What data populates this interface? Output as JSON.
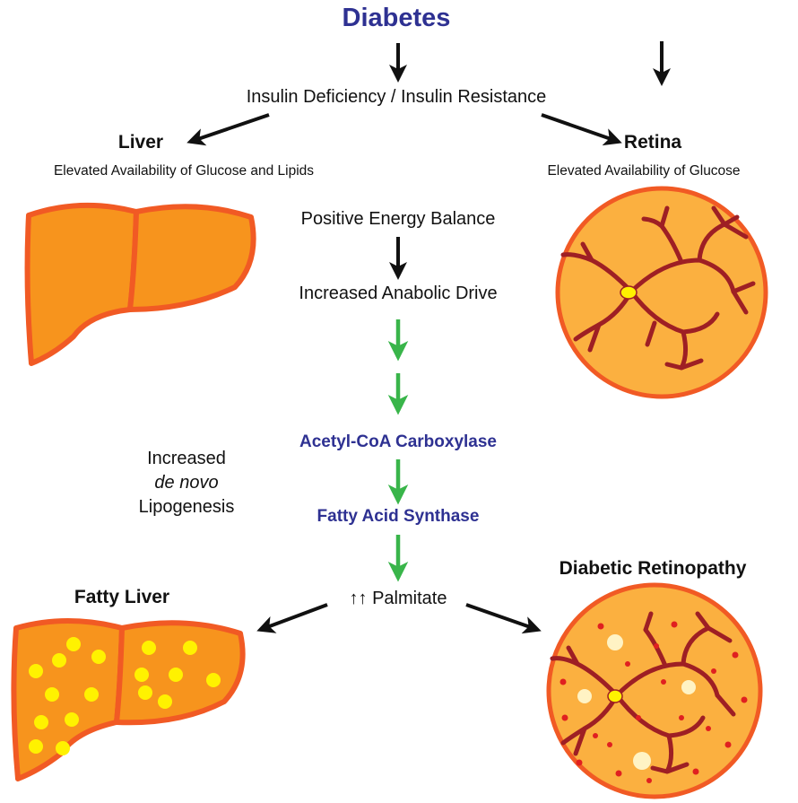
{
  "title": "Diabetes",
  "cause": "Insulin Deficiency / Insulin Resistance",
  "liver": {
    "heading": "Liver",
    "subtitle": "Elevated Availability of Glucose and Lipids"
  },
  "retina": {
    "heading": "Retina",
    "subtitle": "Elevated Availability of Glucose"
  },
  "pathway": {
    "step1": "Positive Energy Balance",
    "step2": "Increased Anabolic Drive",
    "enzyme1": "Acetyl-CoA Carboxylase",
    "enzyme2": "Fatty Acid Synthase",
    "product": "↑↑ Palmitate"
  },
  "side_label": {
    "line1": "Increased",
    "line2": "de novo",
    "line3": "Lipogenesis"
  },
  "outcomes": {
    "fatty_liver": "Fatty Liver",
    "retinopathy": "Diabetic Retinopathy"
  },
  "colors": {
    "title_blue": "#2e3192",
    "arrow_green": "#39b54a",
    "liver_fill": "#f7941d",
    "liver_outline": "#f15a24",
    "retina_fill": "#fbb040",
    "vessel_red": "#9e1f24",
    "fat_yellow": "#fff200"
  }
}
